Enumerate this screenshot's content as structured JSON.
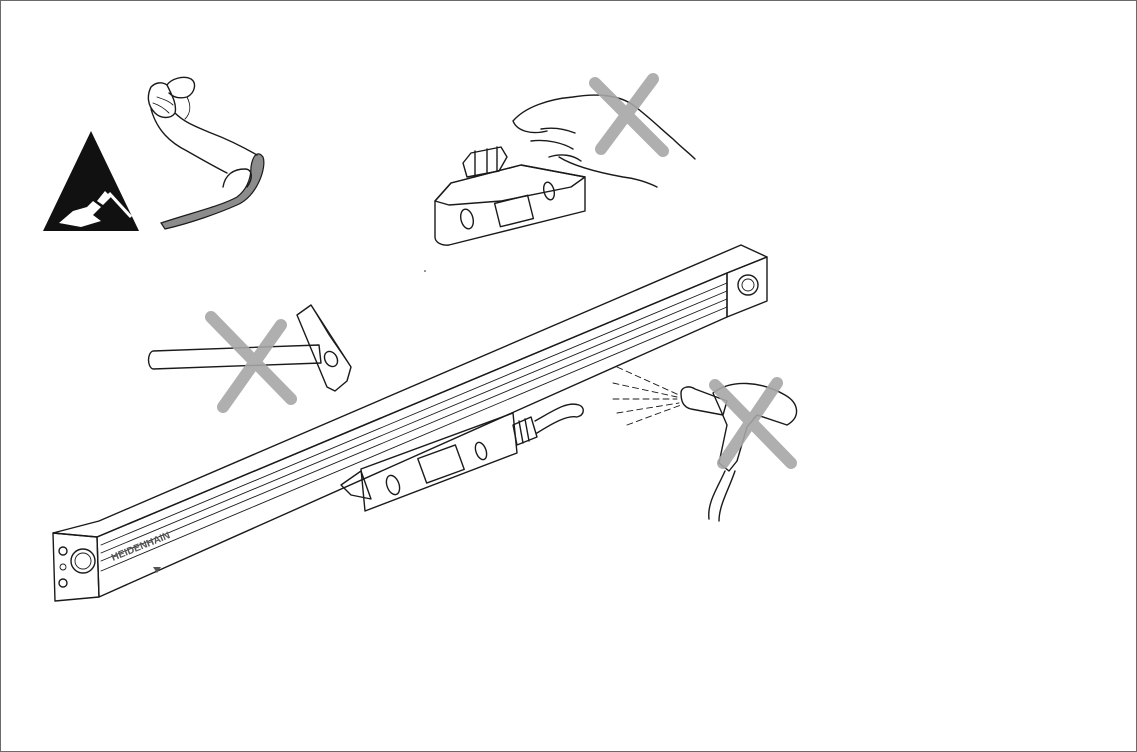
{
  "figure": {
    "scale_brand": "HEIDENHAIN",
    "items": [
      {
        "name": "esd-warning",
        "icon": "esd-warning-icon",
        "prohibited": false
      },
      {
        "name": "grounding-wrist-strap",
        "icon": "wrist-strap-icon",
        "prohibited": false
      },
      {
        "name": "touching-scanning-head",
        "icon": "hand-on-scanning-head-icon",
        "prohibited": true
      },
      {
        "name": "hammer-impact",
        "icon": "hammer-icon",
        "prohibited": true
      },
      {
        "name": "compressed-air-cleaning",
        "icon": "air-blow-gun-icon",
        "prohibited": true
      },
      {
        "name": "linear-encoder",
        "icon": "linear-encoder-icon",
        "prohibited": false
      }
    ]
  },
  "colors": {
    "background": "#ffffff",
    "line": "#1a1a1a",
    "prohibition_cross": "#a6a6a6",
    "strap": "#8c8c8c",
    "esd_triangle": "#111111"
  }
}
